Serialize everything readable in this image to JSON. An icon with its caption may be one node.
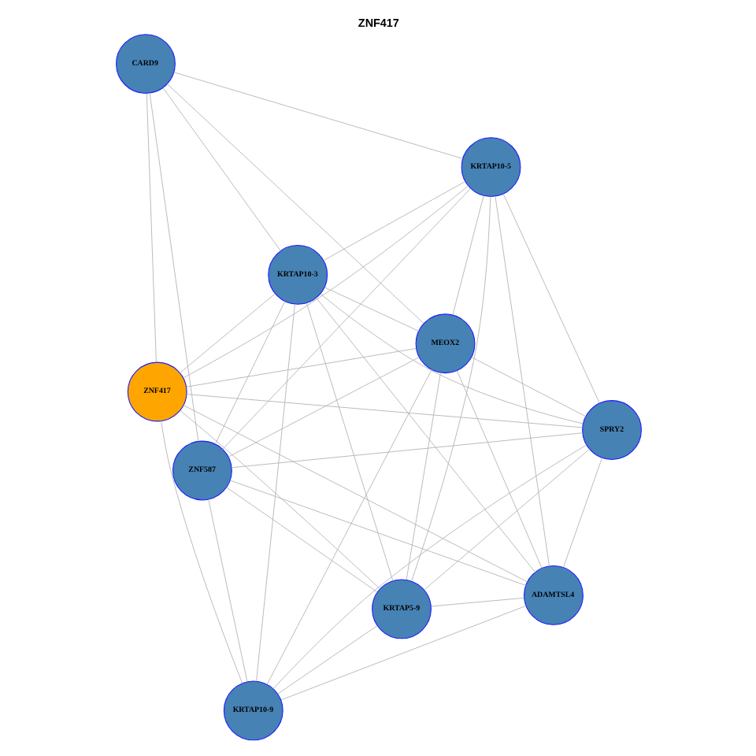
{
  "diagram": {
    "title": "ZNF417",
    "nodes": [
      {
        "text": [
          "CARD9"
        ]
      },
      {
        "text": [
          "MEOX2"
        ]
      },
      {
        "text": [
          "ZNF587"
        ]
      },
      {
        "text": [
          "KRTAP10-3"
        ]
      },
      {
        "text": [
          "KRTAP10-5"
        ]
      },
      {
        "text": [
          "ZNF417"
        ]
      },
      {
        "text": [
          "KRTAP10-9"
        ]
      },
      {
        "text": [
          "SPRY2"
        ]
      },
      {
        "text": [
          "KRTAP5-9"
        ]
      },
      {
        "text": [
          "ADAMTSL4"
        ]
      }
    ],
    "edges": [
      {
        "from": 0,
        "to": 1,
        "arrow": "none"
      },
      {
        "from": 0,
        "to": 4,
        "arrow": "none"
      },
      {
        "from": 0,
        "to": 5,
        "arrow": "none"
      },
      {
        "from": 0,
        "to": 2,
        "arrow": "none"
      },
      {
        "from": 0,
        "to": 3,
        "arrow": "none"
      },
      {
        "from": 1,
        "to": 4,
        "arrow": "none"
      },
      {
        "from": 1,
        "to": 2,
        "arrow": "none"
      },
      {
        "from": 1,
        "to": 5,
        "arrow": "none"
      },
      {
        "from": 1,
        "to": 3,
        "arrow": "none"
      },
      {
        "from": 1,
        "to": 6,
        "arrow": "none"
      },
      {
        "from": 1,
        "to": 7,
        "arrow": "none"
      },
      {
        "from": 1,
        "to": 8,
        "arrow": "none"
      },
      {
        "from": 1,
        "to": 9,
        "arrow": "none"
      },
      {
        "from": 2,
        "to": 4,
        "arrow": "none"
      },
      {
        "from": 2,
        "to": 3,
        "arrow": "none"
      },
      {
        "from": 2,
        "to": 6,
        "arrow": "none"
      },
      {
        "from": 2,
        "to": 7,
        "arrow": "none"
      },
      {
        "from": 2,
        "to": 8,
        "arrow": "none"
      },
      {
        "from": 2,
        "to": 9,
        "arrow": "none"
      },
      {
        "from": 3,
        "to": 4,
        "arrow": "none"
      },
      {
        "from": 3,
        "to": 5,
        "arrow": "none"
      },
      {
        "from": 3,
        "to": 6,
        "arrow": "none"
      },
      {
        "from": 3,
        "to": 7,
        "arrow": "none"
      },
      {
        "from": 3,
        "to": 8,
        "arrow": "none"
      },
      {
        "from": 3,
        "to": 9,
        "arrow": "none"
      },
      {
        "from": 4,
        "to": 5,
        "arrow": "none"
      },
      {
        "from": 4,
        "to": 7,
        "arrow": "none"
      },
      {
        "from": 4,
        "to": 9,
        "arrow": "none"
      },
      {
        "from": 4,
        "to": 8,
        "arrow": "none"
      },
      {
        "from": 5,
        "to": 6,
        "arrow": "none"
      },
      {
        "from": 5,
        "to": 7,
        "arrow": "none"
      },
      {
        "from": 5,
        "to": 8,
        "arrow": "none"
      },
      {
        "from": 5,
        "to": 9,
        "arrow": "none"
      },
      {
        "from": 6,
        "to": 7,
        "arrow": "none"
      },
      {
        "from": 6,
        "to": 8,
        "arrow": "none"
      },
      {
        "from": 6,
        "to": 9,
        "arrow": "none"
      },
      {
        "from": 7,
        "to": 8,
        "arrow": "none"
      },
      {
        "from": 7,
        "to": 9,
        "arrow": "none"
      },
      {
        "from": 8,
        "to": 9,
        "arrow": "none"
      }
    ]
  }
}
